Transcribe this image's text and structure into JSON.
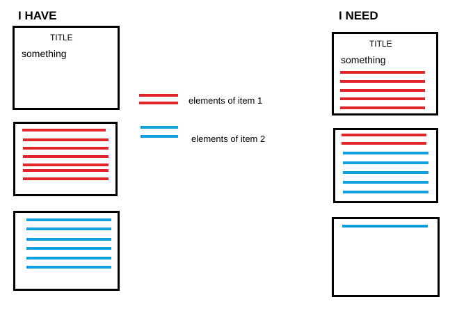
{
  "left_heading": "I HAVE",
  "right_heading": "I NEED",
  "title_box": {
    "title": "TITLE",
    "subtitle": "something"
  },
  "legend": {
    "item1_label": "elements of item 1",
    "item2_label": "elements of item 2"
  },
  "colors": {
    "item1": "#e0252b",
    "item2": "#0fa0df"
  }
}
